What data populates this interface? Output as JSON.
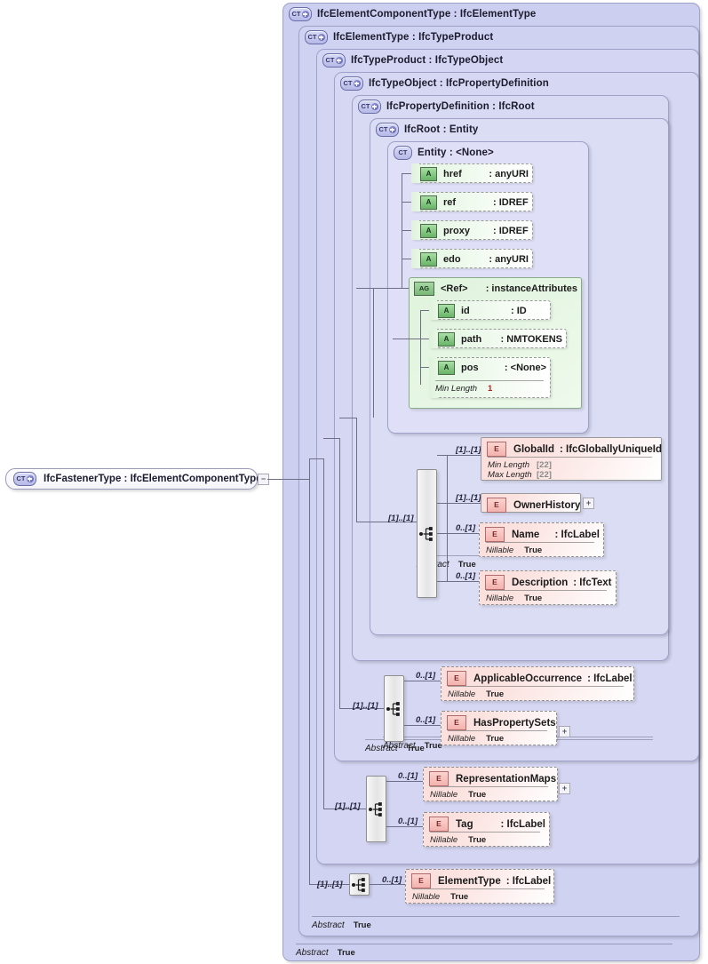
{
  "diagram": {
    "kind": "xsd-schema-diagram",
    "root": {
      "label": "IfcFastenerType : IfcElementComponentType",
      "badge": "CT",
      "collapse_sign": "−"
    },
    "containers": [
      {
        "badge": "CT",
        "badge_sign": "+",
        "title": "IfcElementComponentType : IfcElementType",
        "abstract_key": "Abstract",
        "abstract_val": "True"
      },
      {
        "badge": "CT",
        "badge_sign": "+",
        "title": "IfcElementType : IfcTypeProduct",
        "abstract_key": "Abstract",
        "abstract_val": "True"
      },
      {
        "badge": "CT",
        "badge_sign": "+",
        "title": "IfcTypeProduct : IfcTypeObject",
        "abstract_key": "",
        "abstract_val": ""
      },
      {
        "badge": "CT",
        "badge_sign": "+",
        "title": "IfcTypeObject : IfcPropertyDefinition",
        "abstract_key": "",
        "abstract_val": ""
      },
      {
        "badge": "CT",
        "badge_sign": "+",
        "title": "IfcPropertyDefinition : IfcRoot",
        "abstract_key": "Abstract",
        "abstract_val": "True"
      },
      {
        "badge": "CT",
        "badge_sign": "+",
        "title": "IfcRoot   : Entity",
        "abstract_key": "Abstract",
        "abstract_val": "True"
      },
      {
        "badge": "CT",
        "badge_sign": "",
        "title": "Entity    : <None>",
        "abstract_key": "Abstract",
        "abstract_val": "True"
      }
    ],
    "attributes": [
      {
        "badge": "A",
        "name": "href",
        "type": ": anyURI"
      },
      {
        "badge": "A",
        "name": "ref",
        "type": ": IDREF"
      },
      {
        "badge": "A",
        "name": "proxy",
        "type": ": IDREF"
      },
      {
        "badge": "A",
        "name": "edo",
        "type": ": anyURI"
      }
    ],
    "attribute_group": {
      "badge": "AG",
      "name": "<Ref>",
      "type": ": instanceAttributes",
      "members": [
        {
          "badge": "A",
          "name": "id",
          "type": ": ID",
          "facets": []
        },
        {
          "badge": "A",
          "name": "path",
          "type": ": NMTOKENS",
          "facets": []
        },
        {
          "badge": "A",
          "name": "pos",
          "type": ": <None>",
          "facets": [
            {
              "key": "Min Length",
              "value": "1",
              "style": "red"
            }
          ]
        }
      ]
    },
    "groups": [
      {
        "id": "ifcroot-seq",
        "incoming_card": "[1]..[1]",
        "elements": [
          {
            "badge": "E",
            "name": "GlobalId",
            "type": ": IfcGloballyUniqueId",
            "card": "[1]..[1]",
            "required": true,
            "expander": false,
            "facets": [
              {
                "key": "Min Length",
                "value": "[22]",
                "style": "gray"
              },
              {
                "key": "Max Length",
                "value": "[22]",
                "style": "gray"
              }
            ]
          },
          {
            "badge": "E",
            "name": "OwnerHistory",
            "type": "",
            "card": "[1]..[1]",
            "required": true,
            "expander": true,
            "facets": []
          },
          {
            "badge": "E",
            "name": "Name",
            "type": ": IfcLabel",
            "card": "0..[1]",
            "required": false,
            "expander": false,
            "facets": [
              {
                "key": "Nillable",
                "value": "True",
                "style": ""
              }
            ]
          },
          {
            "badge": "E",
            "name": "Description",
            "type": ": IfcText",
            "card": "0..[1]",
            "required": false,
            "expander": false,
            "facets": [
              {
                "key": "Nillable",
                "value": "True",
                "style": ""
              }
            ]
          }
        ]
      },
      {
        "id": "ifctypeobject-seq",
        "incoming_card": "[1]..[1]",
        "elements": [
          {
            "badge": "E",
            "name": "ApplicableOccurrence",
            "type": ": IfcLabel",
            "card": "0..[1]",
            "required": false,
            "expander": false,
            "facets": [
              {
                "key": "Nillable",
                "value": "True",
                "style": ""
              }
            ]
          },
          {
            "badge": "E",
            "name": "HasPropertySets",
            "type": "",
            "card": "0..[1]",
            "required": false,
            "expander": true,
            "facets": [
              {
                "key": "Nillable",
                "value": "True",
                "style": ""
              }
            ]
          }
        ]
      },
      {
        "id": "ifctypeproduct-seq",
        "incoming_card": "[1]..[1]",
        "elements": [
          {
            "badge": "E",
            "name": "RepresentationMaps",
            "type": "",
            "card": "0..[1]",
            "required": false,
            "expander": true,
            "facets": [
              {
                "key": "Nillable",
                "value": "True",
                "style": ""
              }
            ]
          },
          {
            "badge": "E",
            "name": "Tag",
            "type": ": IfcLabel",
            "card": "0..[1]",
            "required": false,
            "expander": false,
            "facets": [
              {
                "key": "Nillable",
                "value": "True",
                "style": ""
              }
            ]
          }
        ]
      },
      {
        "id": "ifcelementtype-seq",
        "incoming_card": "[1]..[1]",
        "elements": [
          {
            "badge": "E",
            "name": "ElementType",
            "type": ": IfcLabel",
            "card": "0..[1]",
            "required": false,
            "expander": false,
            "facets": [
              {
                "key": "Nillable",
                "value": "True",
                "style": ""
              }
            ]
          }
        ]
      }
    ],
    "colors": {
      "container_fill": "#cdcff0",
      "container_border": "#9fa2c8",
      "attribute_fill": "#e2f5e0",
      "attribute_badge": "#68b368",
      "element_fill": "#fbdedb",
      "element_badge": "#f3b3ae",
      "line": "#6e6e86",
      "facet_red": "#b22222"
    }
  }
}
